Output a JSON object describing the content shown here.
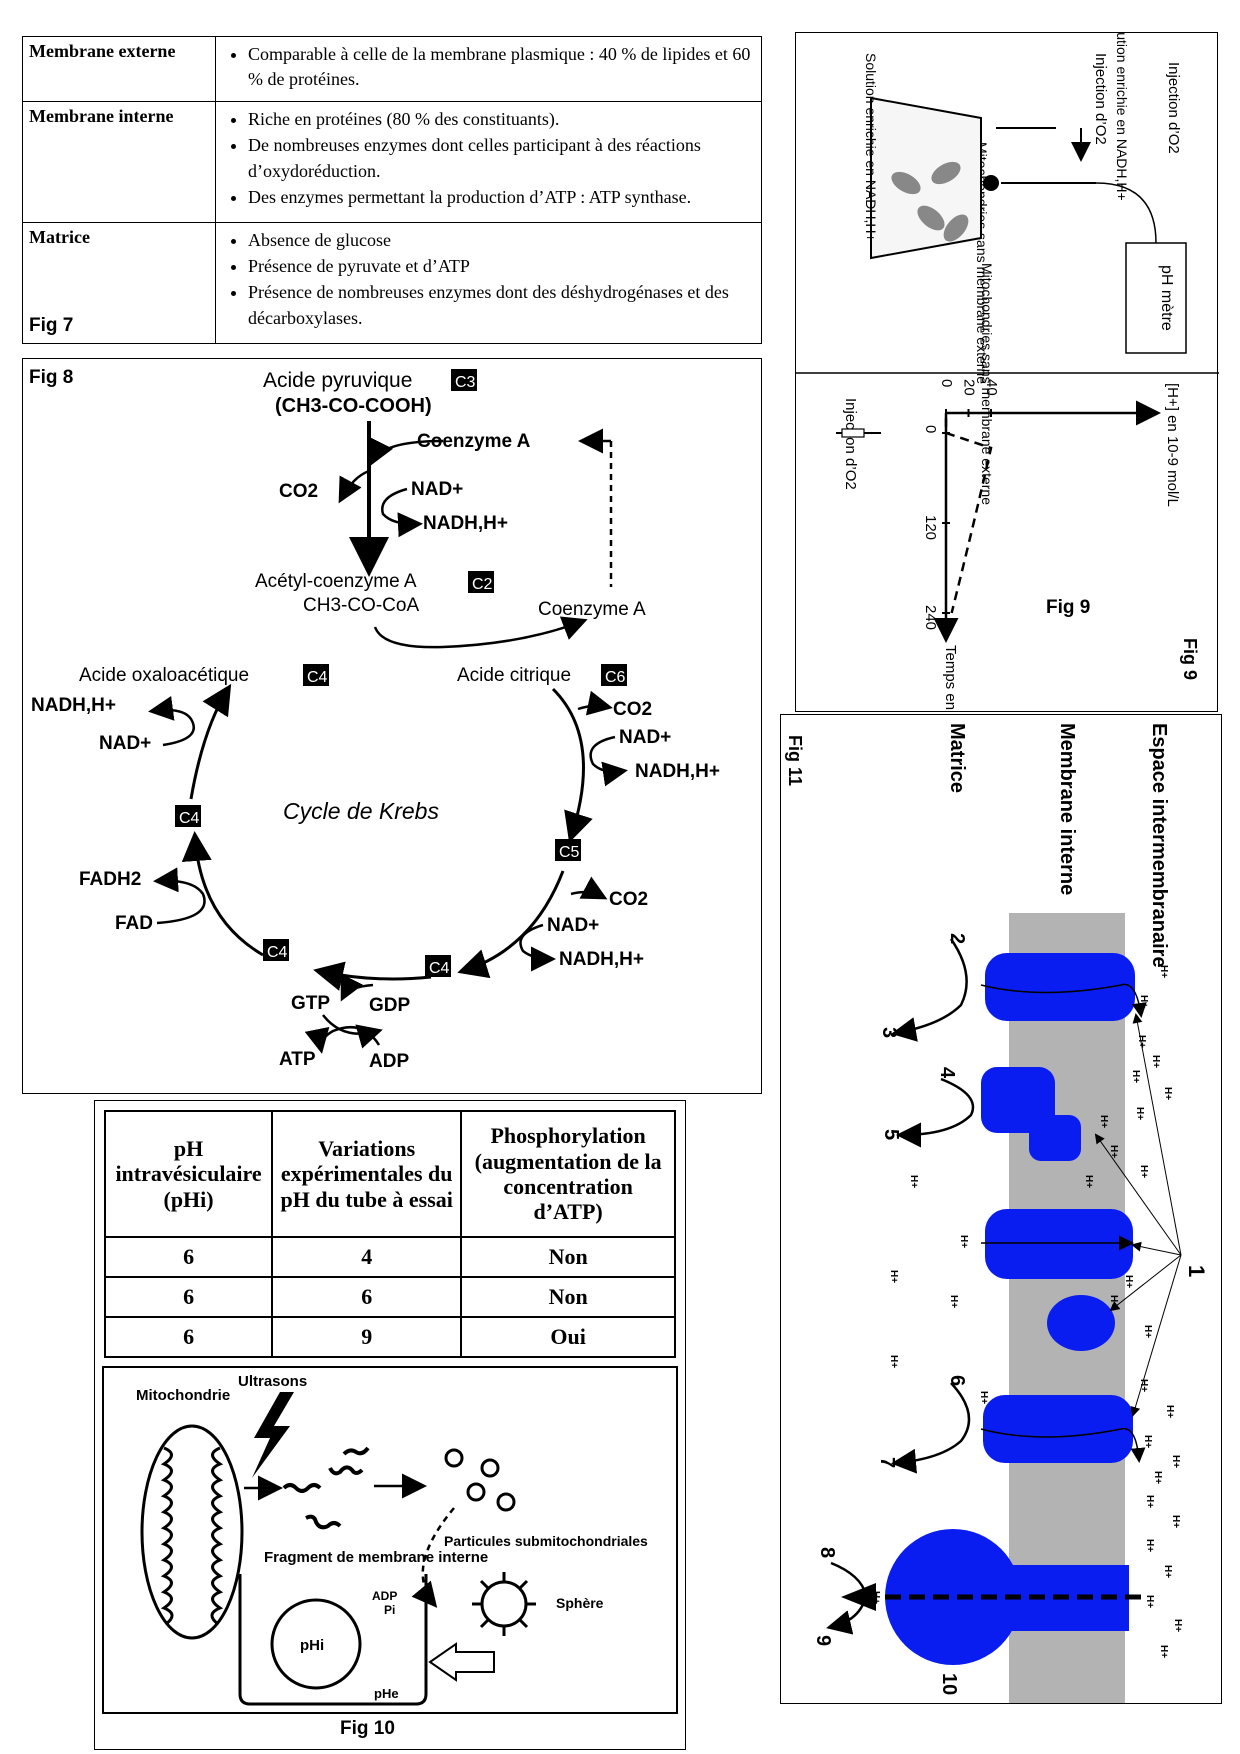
{
  "fig7": {
    "label": "Fig 7",
    "rows": [
      {
        "header": "Membrane externe",
        "items": [
          "Comparable à celle de la membrane plasmique : 40 % de lipides et 60 % de protéines."
        ]
      },
      {
        "header": "Membrane interne",
        "items": [
          "Riche en protéines (80 % des constituants).",
          "De nombreuses enzymes dont celles participant à des réactions d’oxydoréduction.",
          "Des enzymes permettant la production d’ATP : ATP synthase."
        ]
      },
      {
        "header": "Matrice",
        "items": [
          "Absence de glucose",
          "Présence de pyruvate et d’ATP",
          "Présence de nombreuses enzymes dont des déshydrogénases et des décarboxylases."
        ]
      }
    ]
  },
  "fig8": {
    "label": "Fig 8",
    "pyruvate": "Acide pyruvique",
    "pyruvate_formula": "(CH3-CO-COOH)",
    "c3": "C3",
    "coenzyme_a": "Coenzyme A",
    "co2": "CO2",
    "nad": "NAD+",
    "nadh": "NADH,H+",
    "acetyl": "Acétyl-coenzyme A",
    "acetyl_formula": "CH3-CO-CoA",
    "c2": "C2",
    "citric": "Acide citrique",
    "c6": "C6",
    "oxalo": "Acide oxaloacétique",
    "c4": "C4",
    "c5": "C5",
    "cycle": "Cycle de Krebs",
    "fadh2": "FADH2",
    "fad": "FAD",
    "gtp": "GTP",
    "gdp": "GDP",
    "atp": "ATP",
    "adp": "ADP"
  },
  "fig9": {
    "label": "Fig 9",
    "label_caption": "Fig 9",
    "injection": "Injection d’O2",
    "solution": "Solution enrichie en NADH,H+",
    "mito": "Mitochondries sans membrane externe",
    "ph_meter": "pH mètre",
    "y_axis": "[H+] en 10-9 mol/L",
    "x_axis": "Temps en secondes",
    "injection_graph": "Injection d’O2",
    "chart_data": {
      "type": "line",
      "xlabel": "Temps en secondes",
      "ylabel": "[H+] en 10-9 mol/L",
      "x_ticks": [
        "0",
        "120",
        "240"
      ],
      "y_ticks": [
        "0",
        "20",
        "40"
      ],
      "series": [
        {
          "x": [
            -20,
            0,
            0,
            20,
            120,
            240
          ],
          "values": [
            0,
            0,
            0,
            40,
            25,
            5
          ]
        }
      ]
    }
  },
  "fig10": {
    "label": "Fig 10",
    "headers": [
      "pH intravésiculaire (pHi)",
      "Variations expérimentales du pH du tube à essai",
      "Phosphorylation (augmentation de la concentration d’ATP)"
    ],
    "rows": [
      [
        "6",
        "4",
        "Non"
      ],
      [
        "6",
        "6",
        "Non"
      ],
      [
        "6",
        "9",
        "Oui"
      ]
    ],
    "ultrasons": "Ultrasons",
    "mitochondrie": "Mitochondrie",
    "fragment": "Fragment de membrane interne",
    "particules": "Particules submitochondriales",
    "sphere": "Sphère",
    "adp": "ADP",
    "pi": "Pi",
    "phi": "pHi",
    "phe": "pHe"
  },
  "fig11": {
    "label": "Fig 11",
    "espace": "Espace intermembranaire",
    "membrane": "Membrane interne",
    "matrice": "Matrice",
    "numbers": [
      "1",
      "2",
      "3",
      "4",
      "5",
      "6",
      "7",
      "8",
      "9",
      "10"
    ],
    "hplus": "H+"
  },
  "colors": {
    "protein": "#0a1df0",
    "membrane": "#b3b3b3"
  }
}
